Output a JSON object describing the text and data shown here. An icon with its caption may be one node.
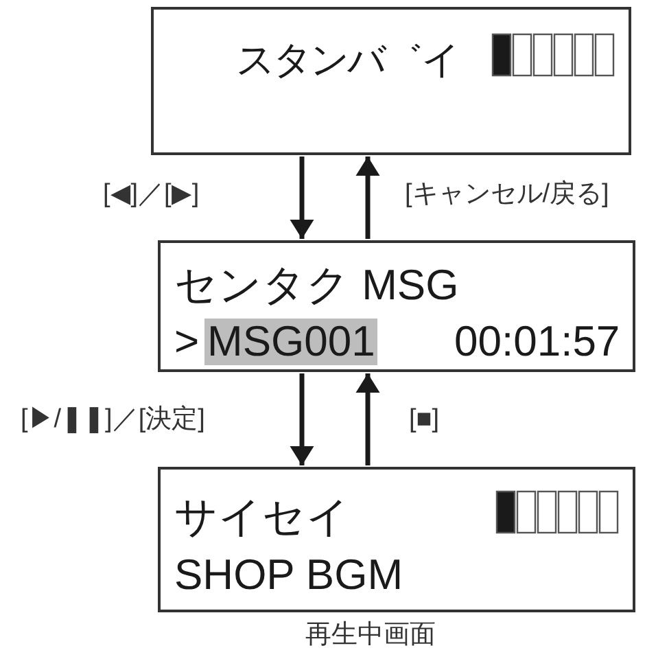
{
  "diagram": {
    "nodes": [
      {
        "text": [
          "スタンバ゛イ"
        ]
      },
      {
        "text": [
          "センタク MSG",
          ">",
          "MSG001",
          "00:01:57"
        ]
      },
      {
        "text": [
          "サイセイ",
          "SHOP BGM"
        ],
        "beside": [
          "再生中画面"
        ]
      }
    ],
    "edges": [
      {
        "from": 0,
        "to": 1,
        "arrow": "to",
        "label": "[◀]／[▶]"
      },
      {
        "from": 1,
        "to": 0,
        "arrow": "to",
        "label": "[キャンセル/戻る]"
      },
      {
        "from": 1,
        "to": 2,
        "arrow": "to",
        "label": "[▶/❚❚]／[決定]"
      },
      {
        "from": 2,
        "to": 1,
        "arrow": "to",
        "label": "[■]"
      }
    ]
  }
}
